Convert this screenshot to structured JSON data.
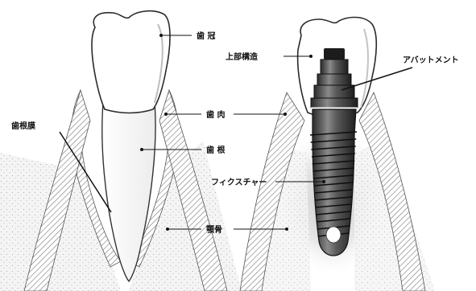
{
  "labels": {
    "crown": "歯 冠",
    "superstructure": "上部構造",
    "abutment": "アバットメント",
    "periodontal_ligament": "歯根膜",
    "gingiva": "歯 肉",
    "root": "歯 根",
    "fixture": "フィクスチャー",
    "alveolar_bone": "顎骨"
  }
}
